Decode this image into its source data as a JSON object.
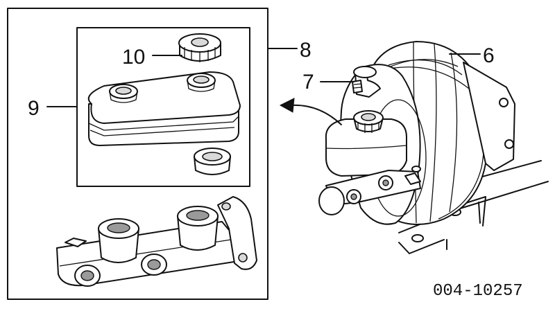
{
  "callouts": {
    "c6": "6",
    "c7": "7",
    "c8": "8",
    "c9": "9",
    "c10": "10"
  },
  "part_number": "004-10257",
  "icons": [
    "brake-booster-icon",
    "master-cylinder-icon",
    "reservoir-icon",
    "grommet-icon",
    "reservoir-cap-icon",
    "mounting-stud-icon",
    "direction-arrow-icon"
  ]
}
